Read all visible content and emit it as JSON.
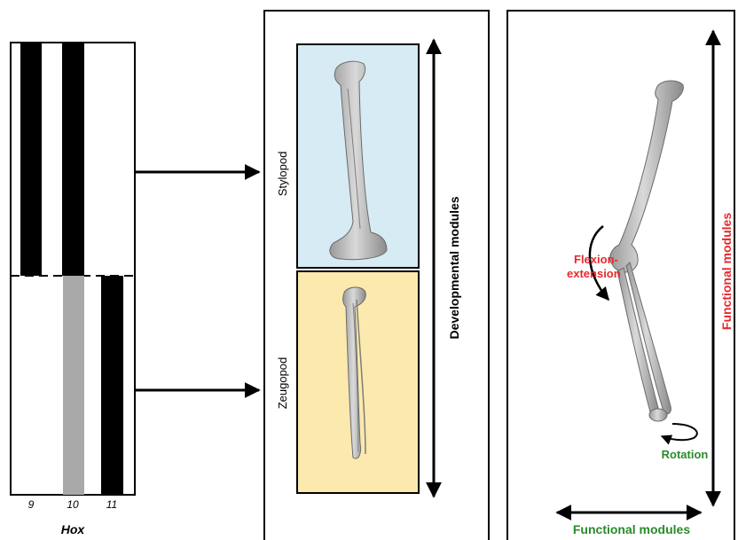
{
  "hox_panel": {
    "genes": [
      "9",
      "10",
      "11"
    ],
    "title": "Hox"
  },
  "developmental_panel": {
    "upper_label": "Stylopod",
    "lower_label": "Zeugopod",
    "axis_label": "Developmental modules",
    "upper_fill": "#d6ebf3",
    "lower_fill": "#fbe9ad"
  },
  "functional_panel": {
    "vertical_label": "Functional modules",
    "vertical_label_color": "#e8282d",
    "flexion_label_1": "Flexion-",
    "flexion_label_2": "extension",
    "flexion_color": "#e8282d",
    "rotation_label": "Rotation",
    "rotation_color": "#2a8a2a",
    "horizontal_label": "Functional modules",
    "horizontal_label_color": "#2a8a2a"
  }
}
